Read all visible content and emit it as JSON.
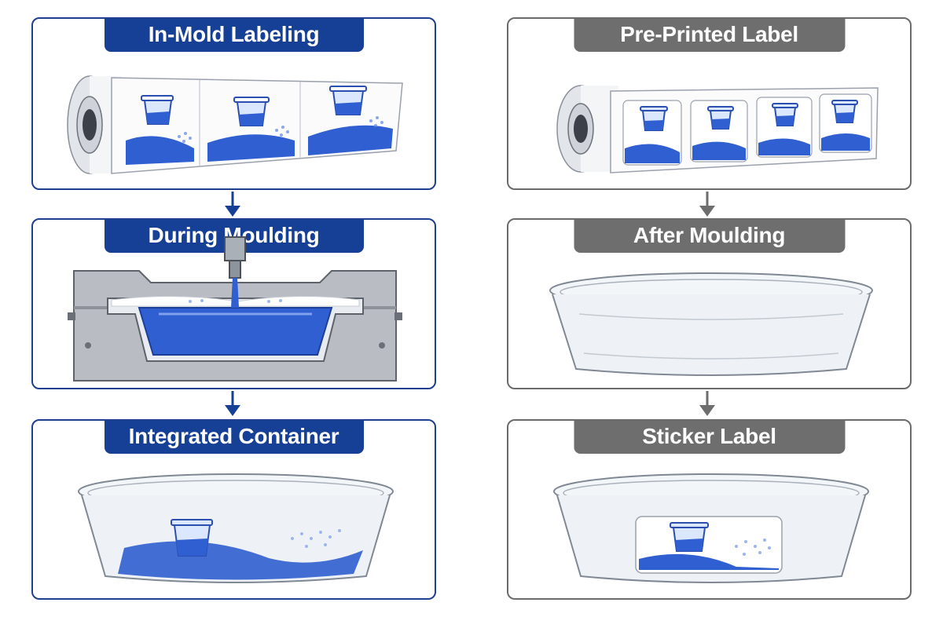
{
  "left_column": {
    "step1": {
      "title": "In-Mold Labeling"
    },
    "step2": {
      "title": "During Moulding"
    },
    "step3": {
      "title": "Integrated Container"
    }
  },
  "right_column": {
    "step1": {
      "title": "Pre-Printed Label"
    },
    "step2": {
      "title": "After Moulding"
    },
    "step3": {
      "title": "Sticker Label"
    }
  },
  "colors": {
    "blue_accent": "#163f96",
    "gray_accent": "#6e6e6e",
    "label_blue": "#2f5fd0",
    "plastic_clear": "#eef2f6"
  },
  "icons": {
    "roll": "label-roll-icon",
    "mold": "injection-mold-icon",
    "container": "clear-container-icon",
    "arrow": "arrow-down-icon"
  }
}
